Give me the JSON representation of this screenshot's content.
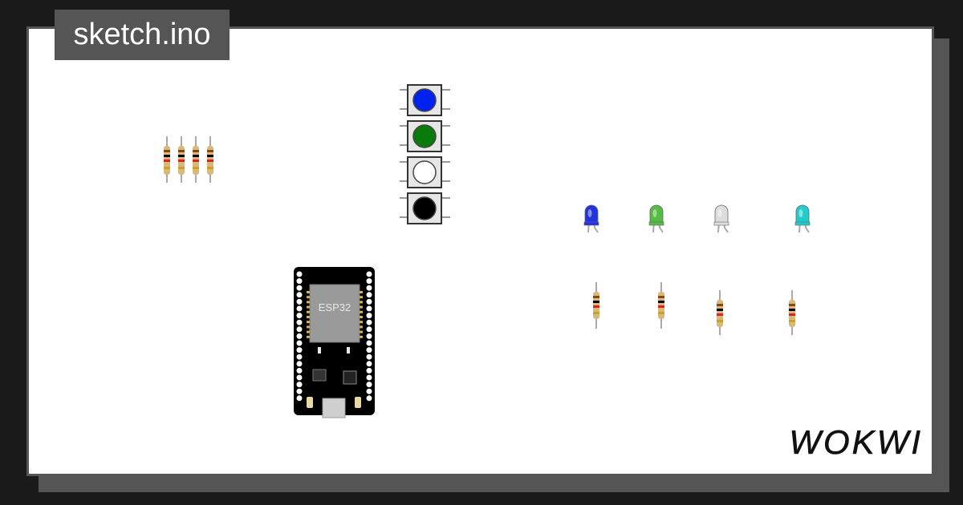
{
  "sketch": {
    "filename": "sketch.ino"
  },
  "board": {
    "label": "ESP32"
  },
  "brand": {
    "name": "WOKWI"
  },
  "buttons": [
    {
      "name": "blue",
      "color": "#0022ee"
    },
    {
      "name": "green",
      "color": "#0a7a0a"
    },
    {
      "name": "white",
      "color": "#ffffff"
    },
    {
      "name": "black",
      "color": "#000000"
    }
  ],
  "leds": [
    {
      "name": "blue",
      "color": "#2233dd"
    },
    {
      "name": "green",
      "color": "#55bb44"
    },
    {
      "name": "white",
      "color": "#dddddd"
    },
    {
      "name": "cyan",
      "color": "#22cccc"
    }
  ],
  "colors": {
    "background": "#1a1a1a",
    "frame": "#555555",
    "canvas": "#ffffff"
  }
}
